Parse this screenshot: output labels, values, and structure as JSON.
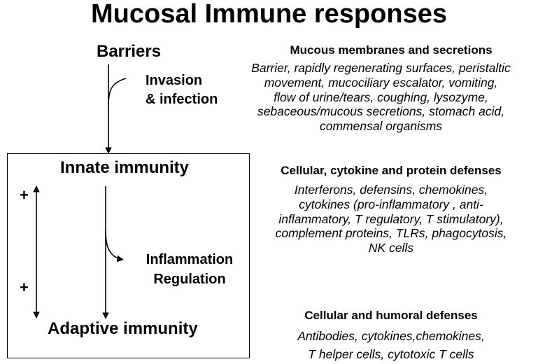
{
  "title": "Mucosal Immune responses",
  "left": {
    "barriers": "Barriers",
    "invasion_line1": "Invasion",
    "invasion_line2": "& infection",
    "innate": "Innate immunity",
    "plus_top": "+",
    "plus_bottom": "+",
    "inflammation": "Inflammation",
    "regulation": "Regulation",
    "adaptive": "Adaptive immunity"
  },
  "right": {
    "mucous": {
      "heading": "Mucous membranes and secretions",
      "lines": [
        "Barrier, rapidly regenerating surfaces, peristaltic",
        "movement, mucociliary escalator, vomiting,",
        "flow of urine/tears, coughing, lysozyme,",
        "sebaceous/mucous secretions, stomach acid,",
        "commensal organisms"
      ]
    },
    "cellular_cytokine": {
      "heading": "Cellular, cytokine and protein defenses",
      "lines": [
        "Interferons, defensins, chemokines,",
        "cytokines (pro-inflammatory , anti-",
        "inflammatory, T regulatory, T stimulatory),",
        "complement proteins, TLRs, phagocytosis,",
        "NK cells"
      ]
    },
    "humoral": {
      "heading": "Cellular and humoral defenses",
      "lines": [
        "Antibodies, cytokines,chemokines,",
        "T helper cells, cytotoxic T cells"
      ]
    }
  }
}
